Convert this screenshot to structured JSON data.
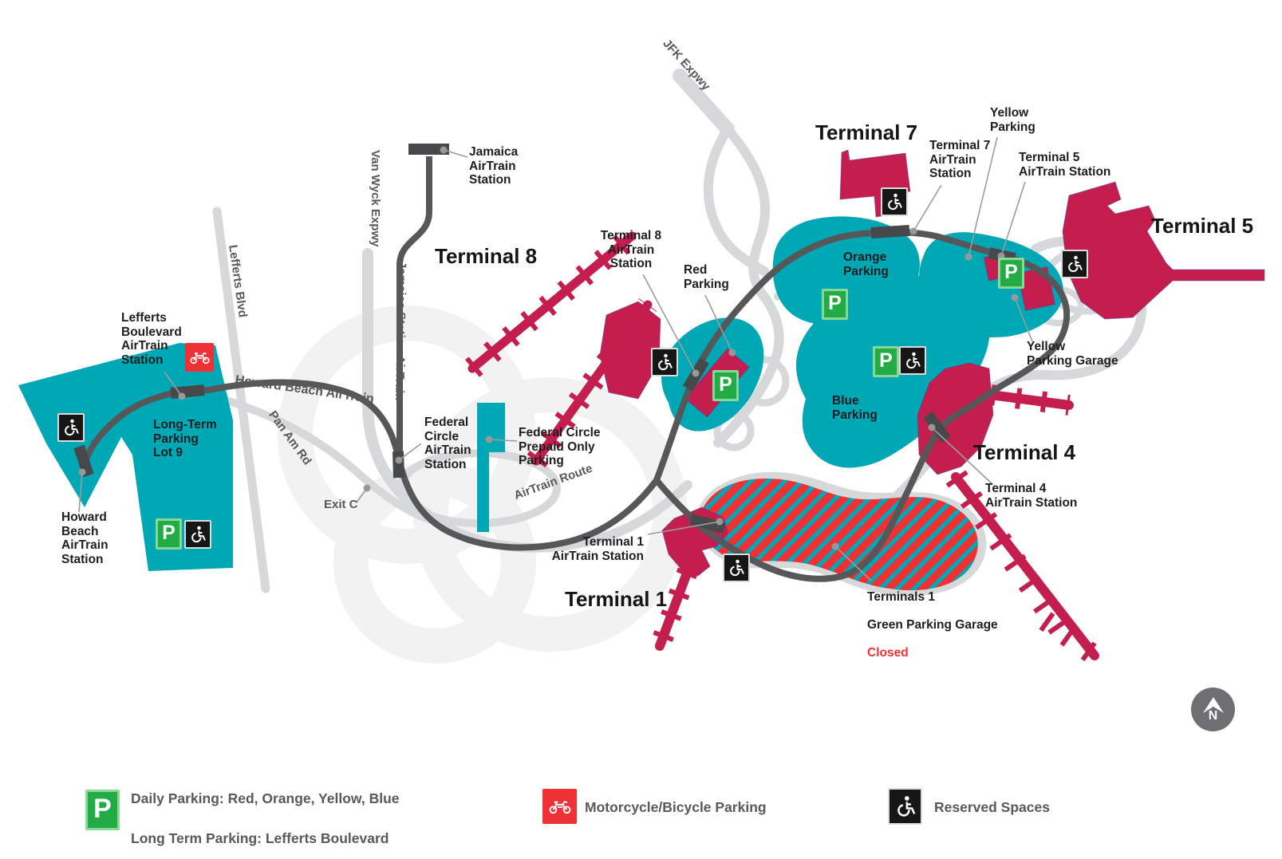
{
  "labels": {
    "jfk_expwy": "JFK Expwy",
    "van_wyck": "Van Wyck Expwy",
    "jamaica_station_airtrain": "Jamaica Station AirTrain",
    "lefferts_blvd": "Lefferts Blvd",
    "howard_beach_airtrain": "Howard Beach AirTrain",
    "pan_am_rd": "Pan Am Rd",
    "airtrain_route": "AirTrain Route",
    "exit_c": "Exit C",
    "jamaica_station": "Jamaica\nAirTrain\nStation",
    "lefferts_station": "Lefferts\nBoulevard\nAirTrain\nStation",
    "long_term_parking": "Long-Term\nParking\nLot 9",
    "howard_beach_station": "Howard\nBeach\nAirTrain\nStation",
    "federal_circle_station": "Federal\nCircle\nAirTrain\nStation",
    "federal_circle_prepaid": "Federal Circle\nPrepaid Only\nParking",
    "terminal8_station": "Terminal 8\nAirTrain\nStation",
    "red_parking": "Red\nParking",
    "orange_parking": "Orange\nParking",
    "yellow_parking": "Yellow\nParking",
    "terminal7_station": "Terminal 7\nAirTrain\nStation",
    "terminal5_station": "Terminal 5\nAirTrain Station",
    "yellow_parking_garage": "Yellow\nParking Garage",
    "blue_parking": "Blue\nParking",
    "terminal4_station": "Terminal 4\nAirTrain Station",
    "terminal1_station": "Terminal 1\nAirTrain Station",
    "green_garage_line1": "Terminals 1",
    "green_garage_line2": "Green Parking Garage",
    "green_garage_closed": "Closed",
    "terminal1": "Terminal 1",
    "terminal4": "Terminal 4",
    "terminal5": "Terminal 5",
    "terminal7": "Terminal 7",
    "terminal8": "Terminal 8",
    "north": "N"
  },
  "legend": {
    "p_glyph": "P",
    "daily_line1": "Daily Parking: Red, Orange, Yellow, Blue",
    "daily_line2": "Long Term Parking: Lefferts Boulevard",
    "motorcycle": "Motorcycle/Bicycle Parking",
    "reserved": "Reserved Spaces"
  },
  "colors": {
    "parking_teal": "#00A7B5",
    "terminal_red": "#C41E4E",
    "bright_red": "#EE3134",
    "p_green": "#23AC46",
    "route_gray": "#58585A",
    "road_gray": "#D7D8D9",
    "label_dark": "#1e1e20",
    "road_label_gray": "#58595B"
  }
}
